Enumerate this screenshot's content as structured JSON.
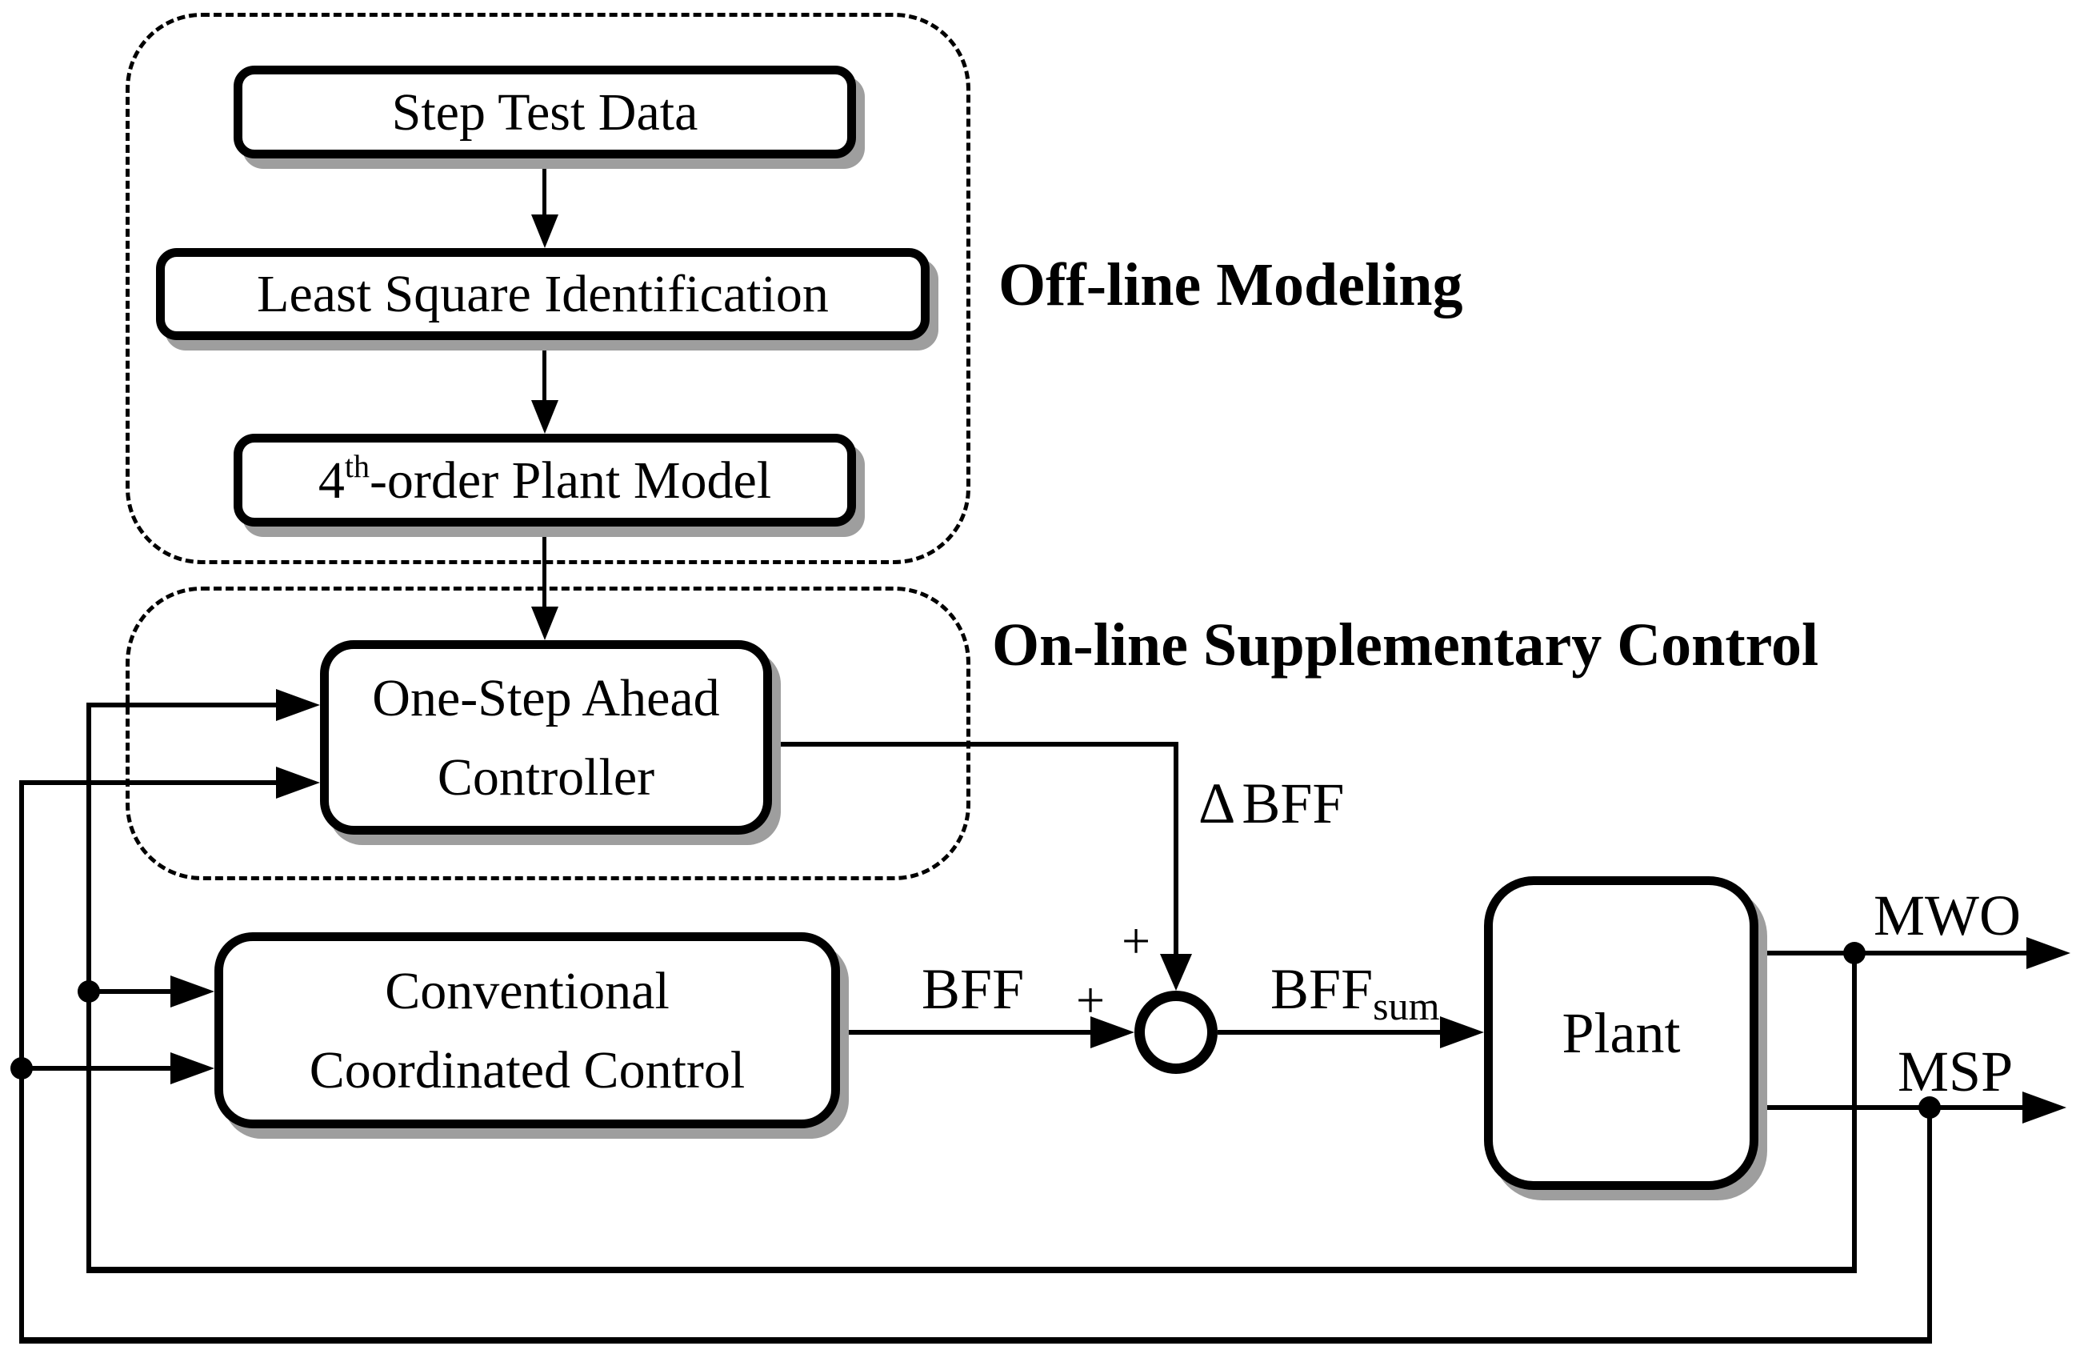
{
  "colors": {
    "ink": "#000000",
    "background": "#ffffff",
    "shadow": "#9e9e9e"
  },
  "sections": {
    "offline": {
      "label": "Off-line Modeling"
    },
    "online": {
      "label": "On-line Supplementary Control"
    }
  },
  "boxes": {
    "step_test": {
      "label": "Step Test Data"
    },
    "least_square": {
      "label": "Least Square Identification"
    },
    "plant_model": {
      "base": "4",
      "sup": "th",
      "rest": "-order Plant Model"
    },
    "one_step": {
      "line1": "One-Step Ahead",
      "line2": "Controller"
    },
    "conventional": {
      "line1": "Conventional",
      "line2": "Coordinated Control"
    },
    "plant": {
      "label": "Plant"
    }
  },
  "signals": {
    "delta_bff": {
      "delta": "Δ",
      "name": "BFF"
    },
    "bff": "BFF",
    "bff_sum": {
      "base": "BFF",
      "sub": "sum"
    },
    "plus_top": "+",
    "plus_left": "+",
    "mwo": "MWO",
    "msp": "MSP"
  }
}
